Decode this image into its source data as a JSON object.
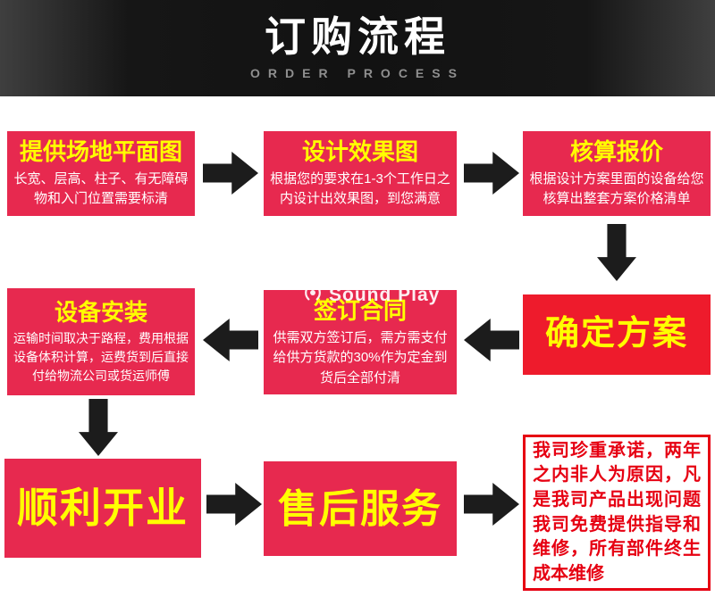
{
  "header": {
    "title": "订购流程",
    "subtitle": "ORDER PROCESS"
  },
  "watermark": {
    "text": "Sound Play"
  },
  "boxes": {
    "site_plan": {
      "title": "提供场地平面图",
      "body": "长宽、层高、柱子、有无障碍物和入门位置需要标清"
    },
    "design": {
      "title": "设计效果图",
      "body": "根据您的要求在1-3个工作日之内设计出效果图，到您满意"
    },
    "quote": {
      "title": "核算报价",
      "body": "根据设计方案里面的设备给您核算出整套方案价格清单"
    },
    "confirm": {
      "title": "确定方案"
    },
    "contract": {
      "title": "签订合同",
      "body": "供需双方签订后，需方需支付给供方货款的30%作为定金到货后全部付清"
    },
    "install": {
      "title": "设备安装",
      "body": "运输时间取决于路程，费用根据设备体积计算，运费货到后直接付给物流公司或货运师傅"
    },
    "opening": {
      "title": "顺利开业"
    },
    "after_sales": {
      "title": "售后服务"
    },
    "promise": {
      "body": "我司珍重承诺，两年之内非人为原因，凡是我司产品出现问题我司免费提供指导和维修，所有部件终生成本维修"
    }
  },
  "colors": {
    "box_pink": "#e7294f",
    "box_red": "#ee1b2c",
    "title_yellow": "#ffff00",
    "body_white": "#ffffff",
    "arrow_black": "#1c1c1c",
    "promise_red": "#e60012",
    "banner_black": "#151515",
    "subtitle_gray": "#8f8f8f"
  }
}
